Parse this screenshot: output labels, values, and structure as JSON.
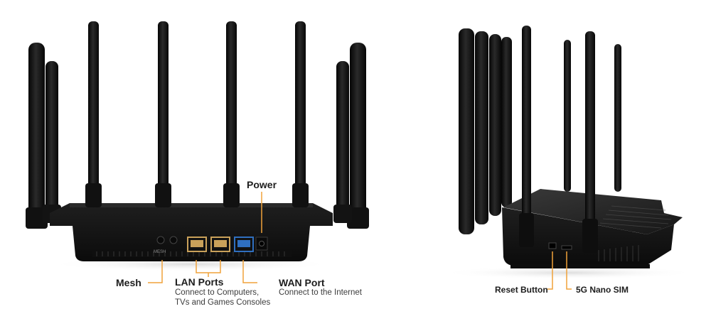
{
  "labels": {
    "power": "Power",
    "mesh_small": "MESH",
    "mesh": "Mesh",
    "lan_title": "LAN Ports",
    "lan_sub_1": "Connect to Computers,",
    "lan_sub_2": "TVs and Games Consoles",
    "wan_title": "WAN Port",
    "wan_sub": "Connect to the Internet",
    "reset": "Reset Button",
    "sim": "5G Nano SIM"
  },
  "colors": {
    "router_body": "#151515",
    "antenna": "#0c0c0c",
    "callout_line": "#f0a23a",
    "lan_port": "#c9a15a",
    "wan_port": "#2f6fc0"
  }
}
